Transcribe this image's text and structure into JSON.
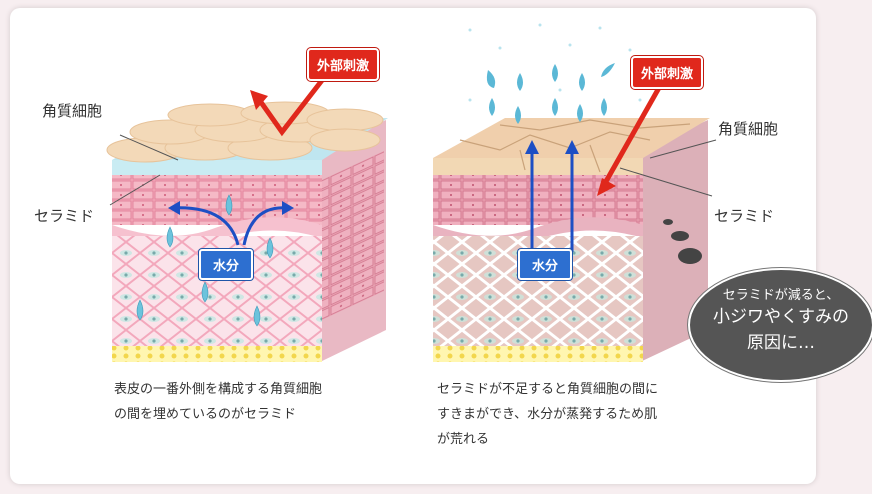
{
  "left": {
    "external_stimulus": "外部刺激",
    "corneocyte_label": "角質細胞",
    "ceramide_label": "セラミド",
    "water_label": "水分",
    "caption_line1": "表皮の一番外側を構成する角質細胞",
    "caption_line2": "の間を埋めているのがセラミド"
  },
  "right": {
    "external_stimulus": "外部刺激",
    "corneocyte_label": "角質細胞",
    "ceramide_label": "セラミド",
    "water_label": "水分",
    "caption_line1": "セラミドが不足すると角質細胞の間に",
    "caption_line2": "すきまができ、水分が蒸発するため肌",
    "caption_line3": "が荒れる"
  },
  "bubble": {
    "line1": "セラミドが減ると、",
    "line2": "小ジワやくすみの",
    "line3": "原因に…"
  },
  "colors": {
    "stimulus_red": "#e0281c",
    "water_blue": "#2d6fd0",
    "skin_pink": "#f2a7b8",
    "surface_beige": "#f3d9b8"
  }
}
